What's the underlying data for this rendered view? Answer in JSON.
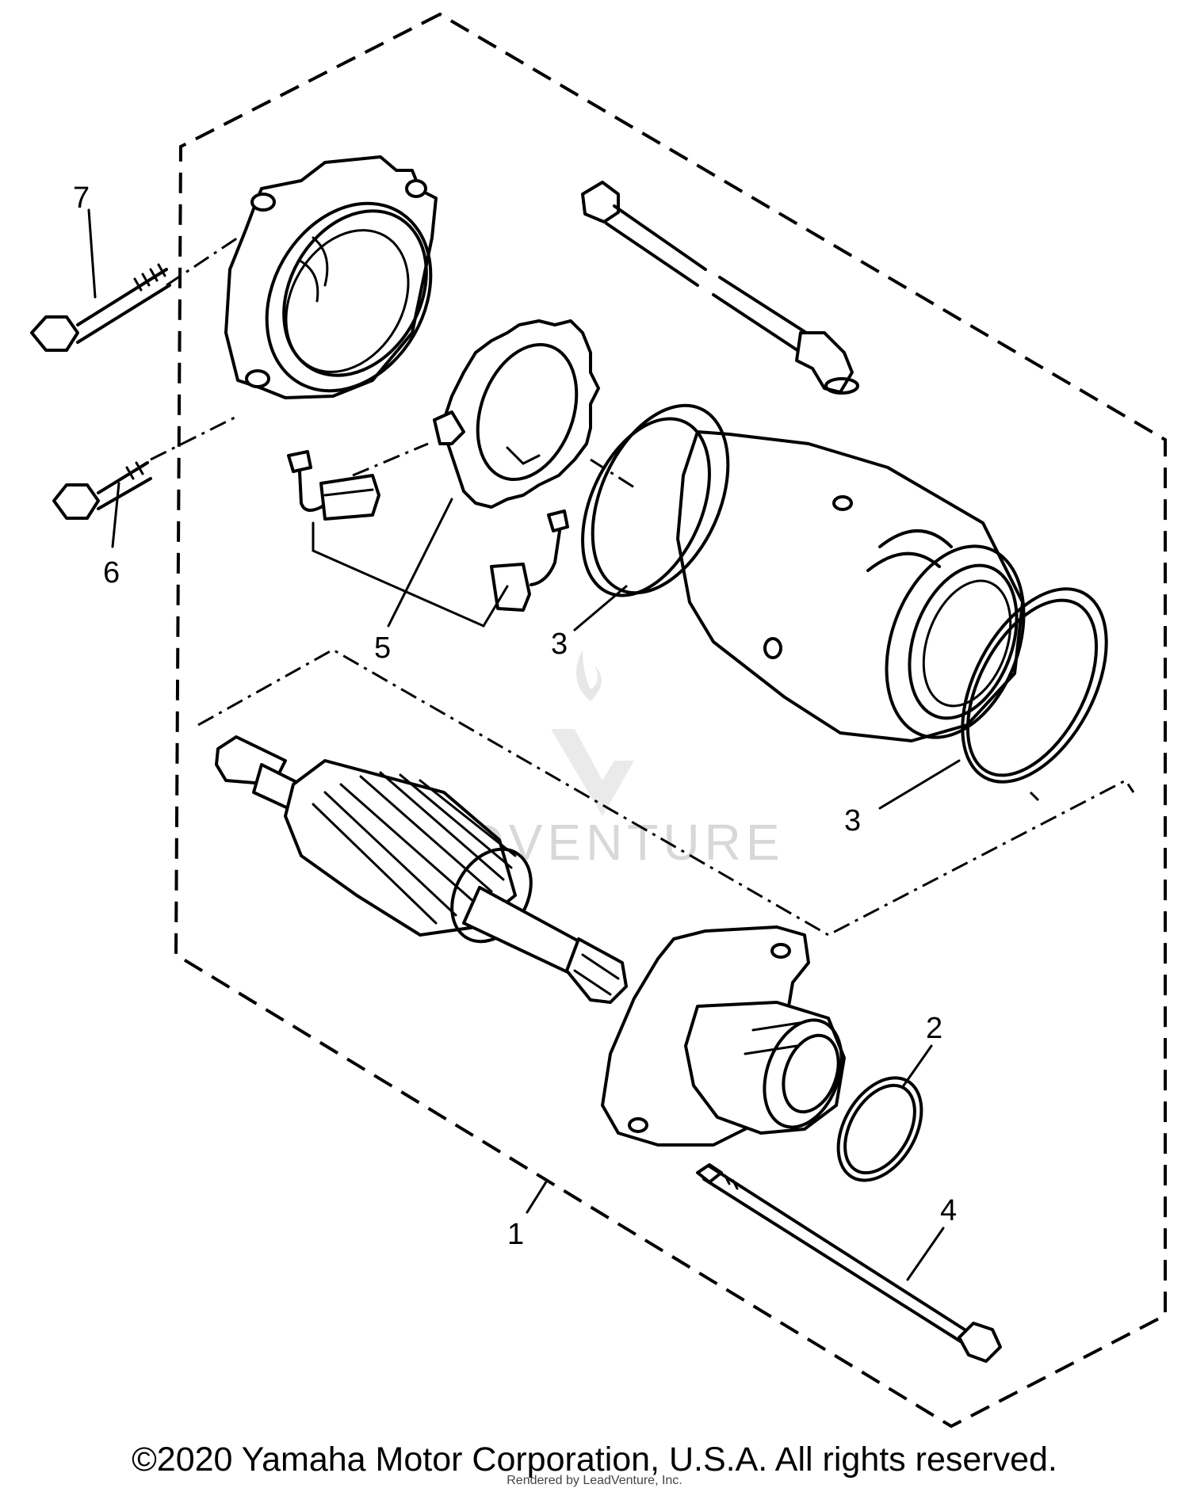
{
  "callouts": {
    "c1": "1",
    "c2": "2",
    "c3a": "3",
    "c3b": "3",
    "c4": "4",
    "c5": "5",
    "c6": "6",
    "c7": "7"
  },
  "watermark": {
    "text": "LEADVENTURE"
  },
  "footer": {
    "copyright": "©2020 Yamaha Motor Corporation, U.S.A. All rights reserved.",
    "rendered_by": "Rendered by LeadVenture, Inc."
  }
}
